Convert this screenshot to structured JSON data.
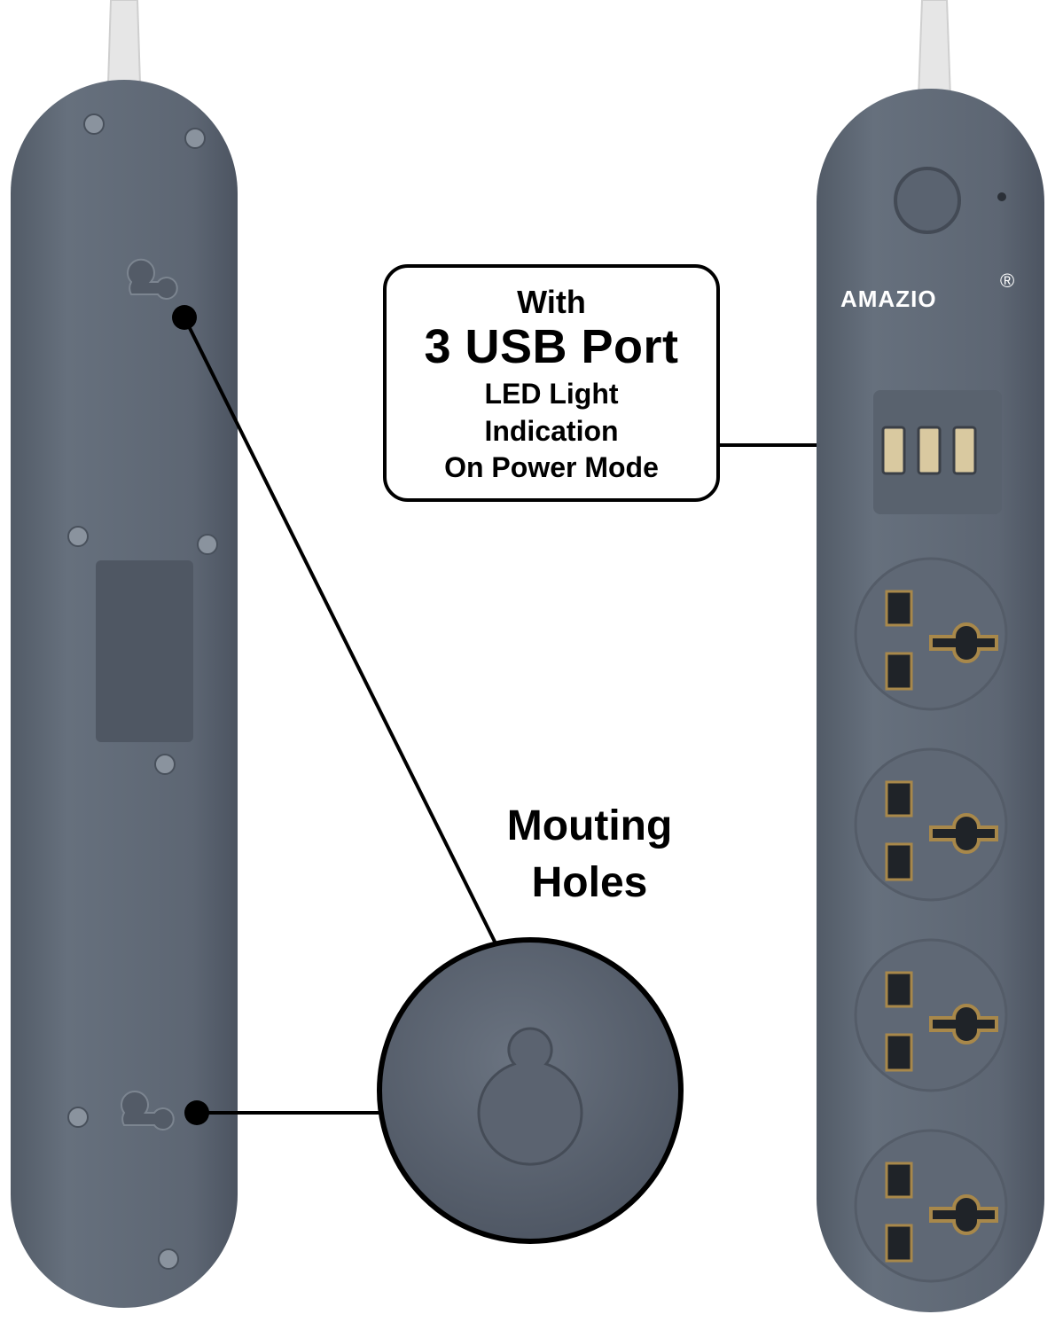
{
  "callout": {
    "line1": "With",
    "line2": "3 USB Port",
    "line3": "LED Light",
    "line4": "Indication",
    "line5": "On Power Mode"
  },
  "mounting_label": {
    "line1": "Mouting",
    "line2": "Holes"
  },
  "brand": {
    "name": "AMAZIO",
    "registered": "®"
  },
  "colors": {
    "body": "#5e6876",
    "body_dark": "#4c5562",
    "cable": "#e9e9e9",
    "callout_border": "#000000",
    "contact_brass": "#a8884a"
  },
  "icons": [
    "keyhole-mount-icon",
    "power-switch-icon",
    "usb-port-icon",
    "universal-socket-icon"
  ]
}
